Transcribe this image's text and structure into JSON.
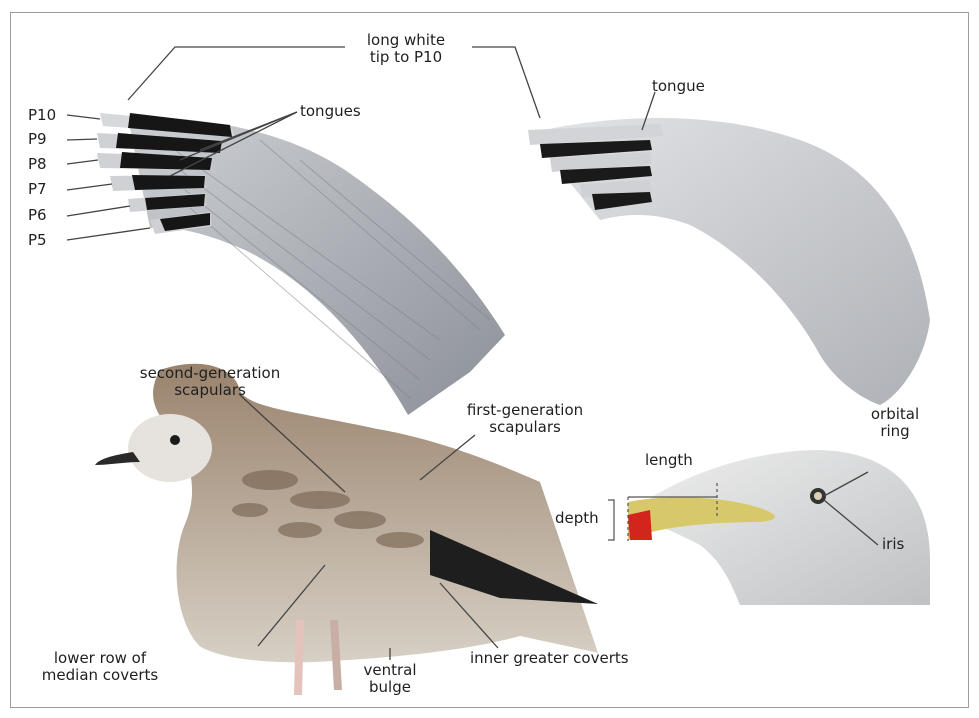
{
  "colors": {
    "frame": "#9c9c9c",
    "leader_line": "#444444",
    "wing_light": "#c8cbcf",
    "wing_dark": "#8a8e95",
    "primary_black": "#151515",
    "body_brown": "#8a7360",
    "head_pale": "#e6e3de",
    "bill_red_spot": "#d2251c",
    "bill_yellow": "#d7c86a",
    "leg_pink": "#e3c3bb"
  },
  "labels": {
    "long_white_tip_line1": "long white",
    "long_white_tip_line2": "tip to P10",
    "p10": "P10",
    "p9": "P9",
    "p8": "P8",
    "p7": "P7",
    "p6": "P6",
    "p5": "P5",
    "tongues": "tongues",
    "tongue": "tongue",
    "second_gen_line1": "second-generation",
    "second_gen_line2": "scapulars",
    "first_gen_line1": "first-generation",
    "first_gen_line2": "scapulars",
    "orbital_line1": "orbital",
    "orbital_line2": "ring",
    "length": "length",
    "depth": "depth",
    "iris": "iris",
    "lower_row_line1": "lower row of",
    "lower_row_line2": "median coverts",
    "ventral_line1": "ventral",
    "ventral_line2": "bulge",
    "inner_greater": "inner greater coverts"
  }
}
